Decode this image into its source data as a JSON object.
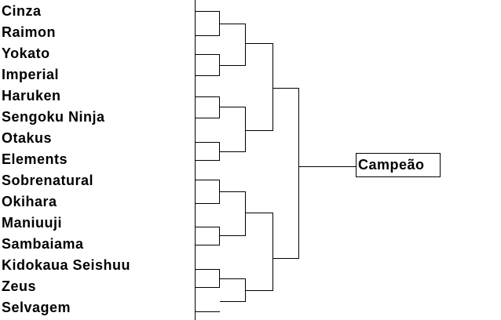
{
  "teams": [
    "Cinza",
    "Raimon",
    "Yokato",
    "Imperial",
    "Haruken",
    "Sengoku Ninja",
    "Otakus",
    "Elements",
    "Sobrenatural",
    "Okihara",
    "Maniuuji",
    "Sambaiama",
    "Kidokaua Seishuu",
    "Zeus",
    "Selvagem"
  ],
  "champion": "Campeão"
}
